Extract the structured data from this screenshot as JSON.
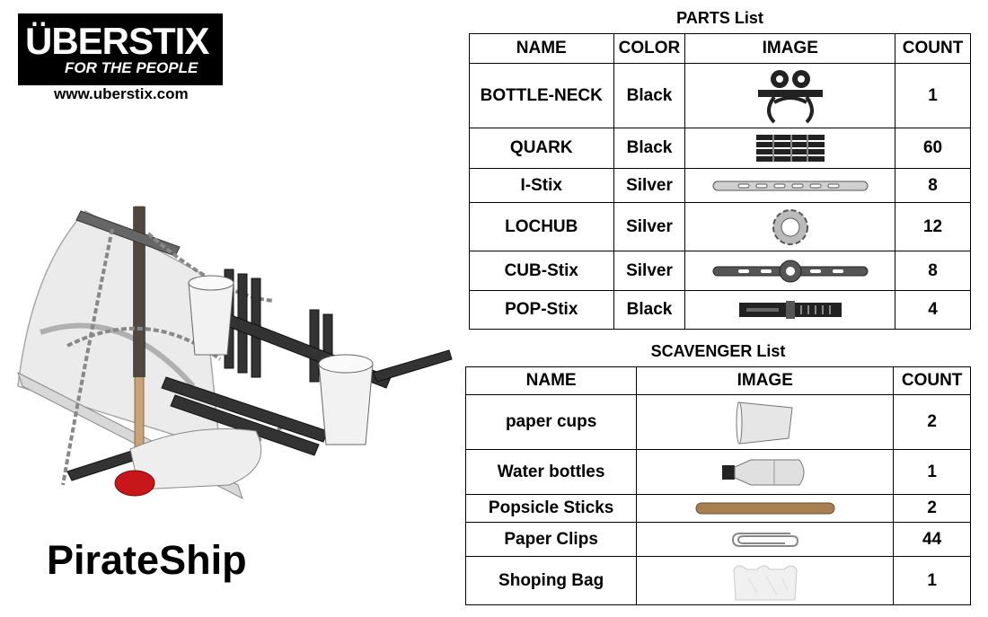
{
  "logo": {
    "brand": "ÜBERSTIX",
    "tagline": "FOR THE PEOPLE",
    "url": "www.uberstix.com"
  },
  "title": "PirateShip",
  "parts": {
    "heading": "PARTS List",
    "columns": [
      "NAME",
      "COLOR",
      "IMAGE",
      "COUNT"
    ],
    "rows": [
      {
        "name": "BOTTLE-NECK",
        "color": "Black",
        "image": "bottle-neck-part-icon",
        "count": "1"
      },
      {
        "name": "QUARK",
        "color": "Black",
        "image": "quark-part-icon",
        "count": "60"
      },
      {
        "name": "I-Stix",
        "color": "Silver",
        "image": "i-stix-part-icon",
        "count": "8"
      },
      {
        "name": "LOCHUB",
        "color": "Silver",
        "image": "lochub-part-icon",
        "count": "12"
      },
      {
        "name": "CUB-Stix",
        "color": "Silver",
        "image": "cub-stix-part-icon",
        "count": "8"
      },
      {
        "name": "POP-Stix",
        "color": "Black",
        "image": "pop-stix-part-icon",
        "count": "4"
      }
    ]
  },
  "scavenger": {
    "heading": "SCAVENGER List",
    "columns": [
      "NAME",
      "IMAGE",
      "COUNT"
    ],
    "rows": [
      {
        "name": "paper cups",
        "image": "paper-cup-icon",
        "count": "2"
      },
      {
        "name": "Water bottles",
        "image": "water-bottle-icon",
        "count": "1"
      },
      {
        "name": "Popsicle Sticks",
        "image": "popsicle-stick-icon",
        "count": "2"
      },
      {
        "name": "Paper Clips",
        "image": "paper-clip-icon",
        "count": "44"
      },
      {
        "name": "Shoping Bag",
        "image": "shopping-bag-icon",
        "count": "1"
      }
    ]
  }
}
